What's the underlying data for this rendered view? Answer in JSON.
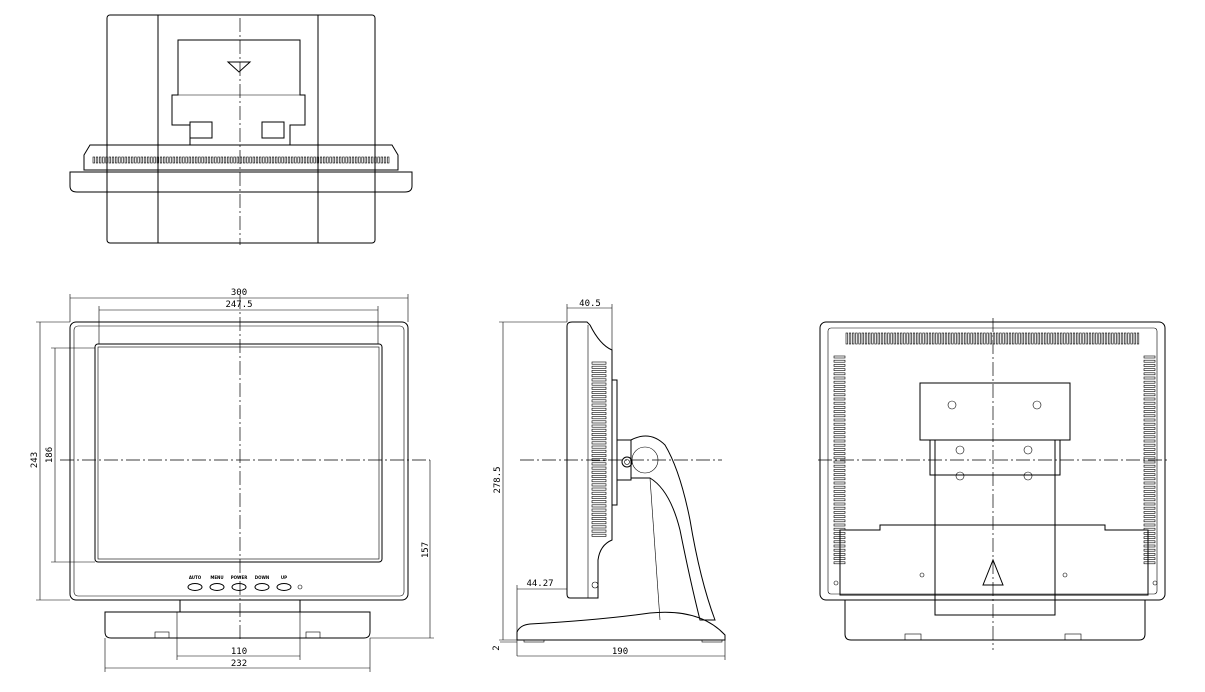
{
  "drawing": {
    "front_view": {
      "dimensions": {
        "overall_width": "300",
        "screen_width": "247.5",
        "overall_height": "243",
        "screen_height": "186",
        "center_height": "157",
        "neck_width": "110",
        "base_width": "232"
      },
      "buttons": [
        "AUTO",
        "MENU",
        "POWER",
        "DOWN",
        "UP"
      ]
    },
    "side_view": {
      "dimensions": {
        "depth": "40.5",
        "overall_height": "278.5",
        "offset": "44.27",
        "clearance": "2",
        "base_depth": "190"
      }
    }
  }
}
